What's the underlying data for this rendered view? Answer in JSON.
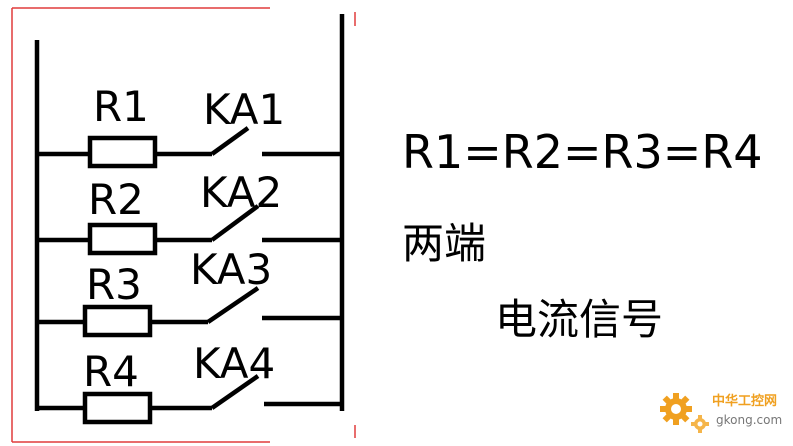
{
  "circuit": {
    "frame_color": "#e03c3c",
    "branches": [
      {
        "resistor": "R1",
        "switch": "KA1"
      },
      {
        "resistor": "R2",
        "switch": "KA2"
      },
      {
        "resistor": "R3",
        "switch": "KA3"
      },
      {
        "resistor": "R4",
        "switch": "KA4"
      }
    ]
  },
  "annotation": {
    "equation": "R1=R2=R3=R4",
    "line1": "两端",
    "line2": "电流信号"
  },
  "watermark": {
    "title": "中华工控网",
    "site": "gkong.com",
    "color": "#f0a020",
    "icon": "gear-icon"
  }
}
